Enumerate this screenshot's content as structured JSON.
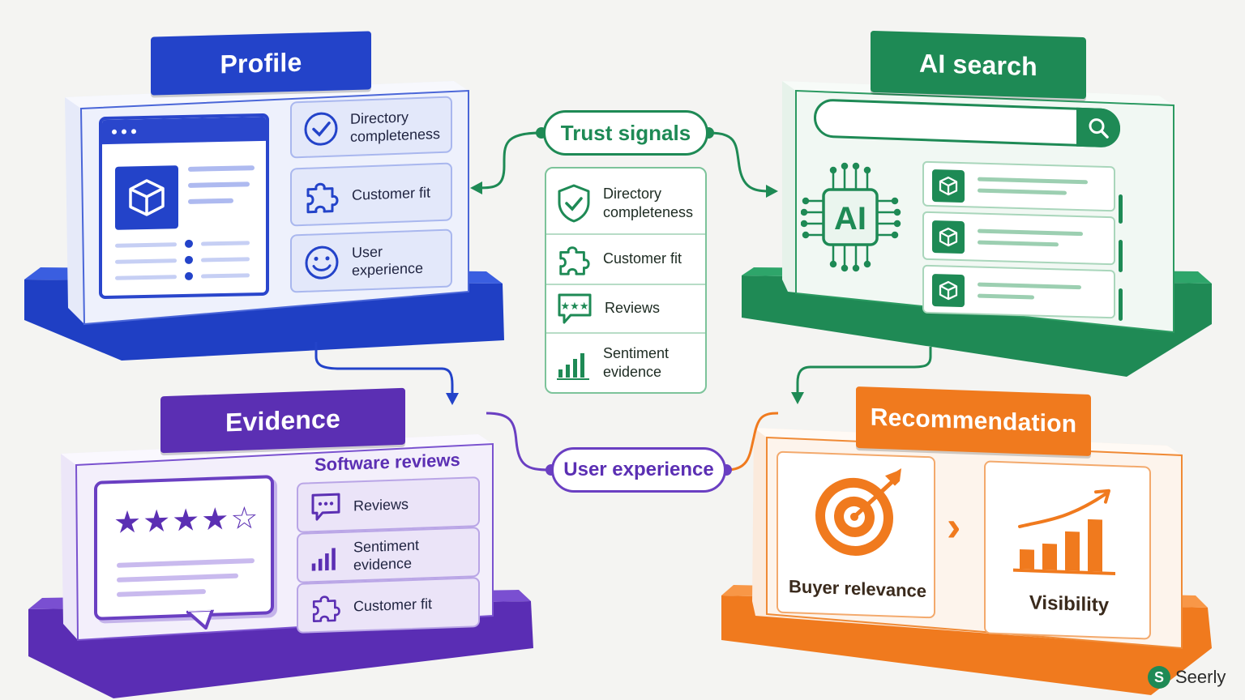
{
  "colors": {
    "blue": "#2343c9",
    "green": "#1e8a55",
    "purple": "#5b2fb3",
    "orange": "#f0791e"
  },
  "profile": {
    "title": "Profile",
    "items": [
      {
        "label": "Directory completeness",
        "icon": "check-circle-icon"
      },
      {
        "label": "Customer fit",
        "icon": "puzzle-icon"
      },
      {
        "label": "User experience",
        "icon": "smiley-icon"
      }
    ]
  },
  "ai_search": {
    "title": "AI search",
    "chip_label": "AI"
  },
  "trust": {
    "title": "Trust signals",
    "items": [
      {
        "label": "Directory completeness",
        "icon": "shield-check-icon"
      },
      {
        "label": "Customer fit",
        "icon": "puzzle-icon"
      },
      {
        "label": "Reviews",
        "icon": "review-bubble-icon"
      },
      {
        "label": "Sentiment evidence",
        "icon": "bar-chart-icon"
      }
    ]
  },
  "evidence": {
    "title": "Evidence",
    "subtitle": "Software reviews",
    "items": [
      {
        "label": "Reviews",
        "icon": "chat-bubble-icon"
      },
      {
        "label": "Sentiment evidence",
        "icon": "bar-chart-icon"
      },
      {
        "label": "Customer fit",
        "icon": "puzzle-icon"
      }
    ],
    "rating_stars": 4,
    "rating_max": 5
  },
  "connector": {
    "label": "User experience"
  },
  "recommendation": {
    "title": "Recommendation",
    "left_label": "Buyer relevance",
    "right_label": "Visibility",
    "arrow": "›"
  },
  "brand": {
    "name": "Seerly",
    "logo_letter": "S"
  }
}
